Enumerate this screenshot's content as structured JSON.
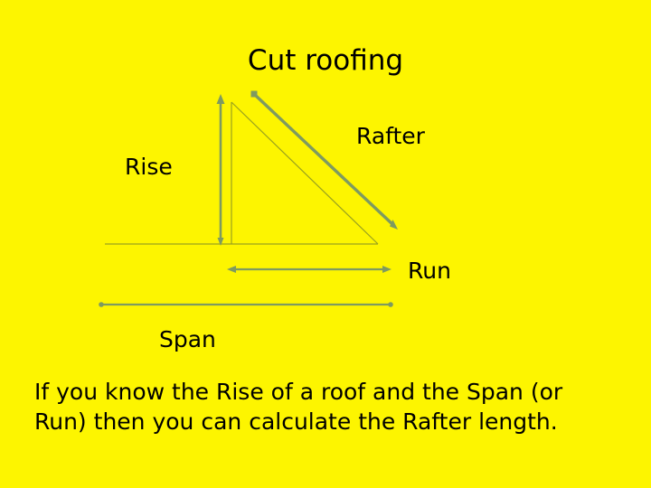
{
  "slide": {
    "background_color": "#FDF500",
    "title": "Cut roofing",
    "title_color": "#000000"
  },
  "diagram": {
    "stroke_color": "#7E9A60",
    "outline_color": "#9AA21E",
    "labels": {
      "rise": "Rise",
      "rafter": "Rafter",
      "run": "Run",
      "span": "Span"
    }
  },
  "body": {
    "line1": "If you know the Rise of a roof and the Span (or",
    "line2": "Run) then you can calculate the Rafter length.",
    "text_color": "#000000"
  }
}
